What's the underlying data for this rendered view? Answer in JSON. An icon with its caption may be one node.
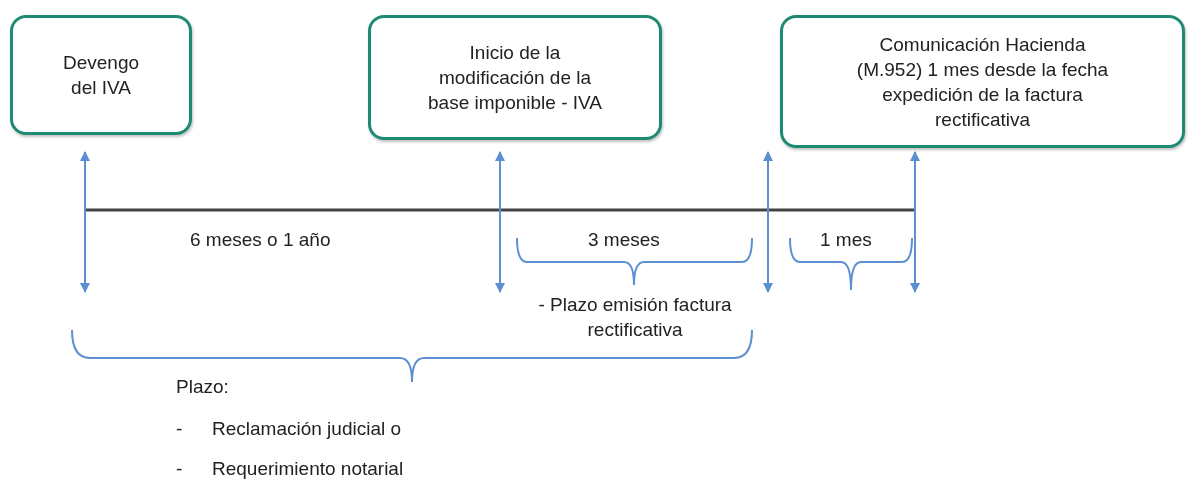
{
  "diagram": {
    "nodes": [
      {
        "text": [
          "Devengo del IVA"
        ]
      },
      {
        "text": [
          "Inicio de la modificación de la base imponible - IVA"
        ]
      },
      {
        "text": [
          "Comunicación Hacienda (M.952) 1 mes desde la fecha expedición de la factura rectificativa"
        ]
      }
    ],
    "labels": [
      "6 meses o 1 año",
      "3 meses",
      "1 mes",
      "- Plazo emisión factura rectificativa",
      "Plazo:",
      "-",
      "Reclamación judicial o",
      "-",
      "Requerimiento notarial"
    ]
  }
}
